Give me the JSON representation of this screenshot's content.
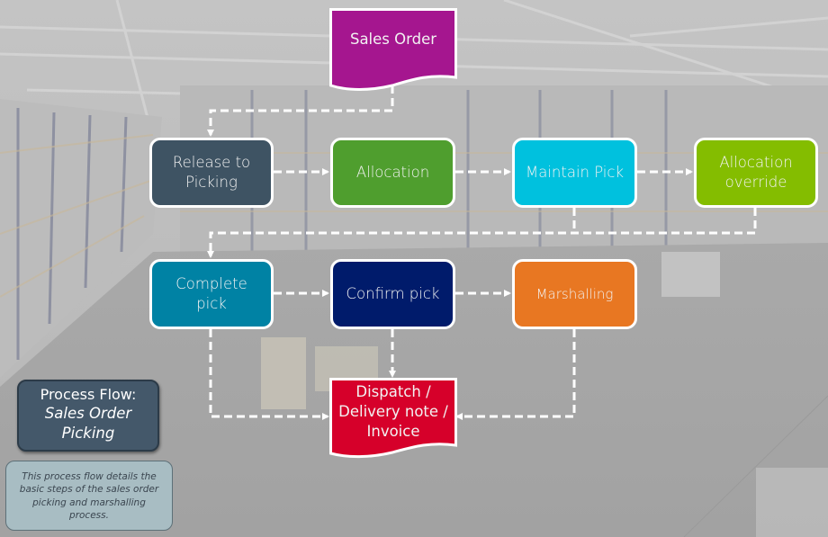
{
  "diagram": {
    "type": "process-flow",
    "nodes": {
      "sales_order": {
        "label": "Sales Order",
        "shape": "document",
        "color": "#a5168f"
      },
      "release_to_picking": {
        "label": "Release to Picking",
        "lines": [
          "Release to",
          "Picking"
        ],
        "color": "#3e5363"
      },
      "allocation": {
        "label": "Allocation",
        "color": "#4f9e2e"
      },
      "maintain_pick": {
        "label": "Maintain Pick",
        "color": "#00c1de"
      },
      "allocation_override": {
        "label": "Allocation override",
        "lines": [
          "Allocation",
          "override"
        ],
        "color": "#84bd00"
      },
      "complete_pick": {
        "label": "Complete pick",
        "lines": [
          "Complete",
          "pick"
        ],
        "color": "#0082a4"
      },
      "confirm_pick": {
        "label": "Confirm pick",
        "color": "#001b6b"
      },
      "marshalling": {
        "label": "Marshalling",
        "color": "#e87722"
      },
      "dispatch": {
        "label": "Dispatch / Delivery note / Invoice",
        "lines": [
          "Dispatch /",
          "Delivery note /",
          "Invoice"
        ],
        "shape": "document",
        "color": "#d6002a"
      }
    },
    "edges": [
      {
        "from": "sales_order",
        "to": "release_to_picking"
      },
      {
        "from": "release_to_picking",
        "to": "allocation"
      },
      {
        "from": "allocation",
        "to": "maintain_pick"
      },
      {
        "from": "maintain_pick",
        "to": "allocation_override"
      },
      {
        "from": "maintain_pick",
        "to": "complete_pick"
      },
      {
        "from": "allocation_override",
        "to": "complete_pick"
      },
      {
        "from": "complete_pick",
        "to": "confirm_pick"
      },
      {
        "from": "confirm_pick",
        "to": "marshalling"
      },
      {
        "from": "complete_pick",
        "to": "dispatch"
      },
      {
        "from": "confirm_pick",
        "to": "dispatch"
      },
      {
        "from": "marshalling",
        "to": "dispatch"
      }
    ],
    "connector_color": "#ffffff",
    "connector_style": "dashed"
  },
  "legend": {
    "title_line1": "Process Flow:",
    "title_line2": "Sales Order",
    "title_line3": "Picking",
    "description": "This process flow details the basic steps of the sales order picking and marshalling process."
  },
  "background": {
    "subject": "warehouse interior with pallet racking (faded)"
  }
}
